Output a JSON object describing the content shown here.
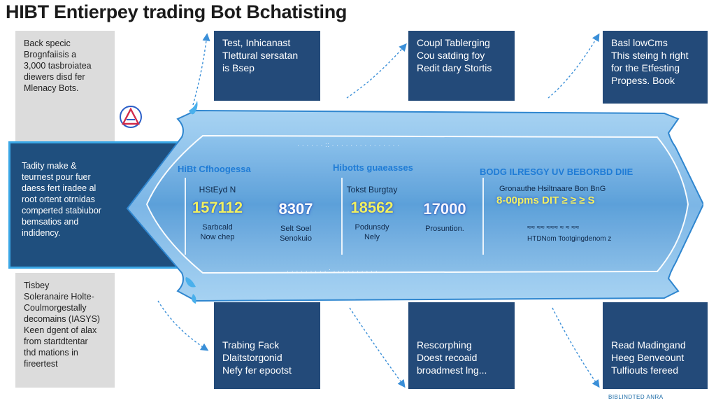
{
  "title": "HIBT Entierpey trading Bot Bchatisting",
  "gray_top_left": {
    "lines": [
      "Back specic",
      "Brognfaiisis a",
      "3,000 tasbroiatea",
      "diewers disd fer",
      "Mlenacy Bots."
    ]
  },
  "gray_bottom_left": {
    "lines": [
      "Tisbey",
      "Soleranaire Holte-",
      "Coulmorgestally",
      "decomains (IASYS)",
      "Keen dgent of alax",
      "from startdtentar",
      "thd mations in",
      "fireertest"
    ]
  },
  "left_mid_box": {
    "lines": [
      "Tadity make &",
      "teurnest pour fuer",
      "daess fert iradee al",
      "root ortent otrnidas",
      "comperted stabiubor",
      "bemsatios and",
      "indidency."
    ]
  },
  "top_columns": [
    {
      "lines": [
        "Test, Inhicanast",
        "Tlettural sersatan",
        "is Bsep"
      ]
    },
    {
      "lines": [
        "Coupl Tablerging",
        "Cou satding foy",
        "Redit dary Stortis"
      ]
    },
    {
      "lines": [
        "Basl lowCms",
        "This steing h right",
        "for the Etfesting",
        "Propess. Book"
      ]
    }
  ],
  "bottom_columns": [
    {
      "lines": [
        "Trabing Fack",
        "Dlaitstorgonid",
        "Nefy fer epootst"
      ]
    },
    {
      "lines": [
        "Rescorphing",
        "Doest recoaid",
        "broadmest lng..."
      ]
    },
    {
      "lines": [
        "Read Madingand",
        "Heeg Benveount",
        "Tulfiouts fereed"
      ]
    }
  ],
  "banner": {
    "dotted_top": "· · ·  · · ·  :: ·  ·  · ·  ·  ·  · ·  ·  ·  · · ·  · ·",
    "dotted_bottom": "·  ·  · · ·  ·  · · ·  :  · · ·  ·  ·  ·  · ·  ·  ·",
    "headings": [
      "HiBt Cfhoogessa",
      "Hibotts guaeasses",
      "BODG ILRESGY UV BEBORBD DIIE"
    ],
    "stats": [
      {
        "label": "HStEyd N",
        "value": "157112",
        "sub": [
          "Sarbcald",
          "Now chep"
        ]
      },
      {
        "label": "",
        "value": "8307",
        "sub": [
          "Selt Soel",
          "Senokuio"
        ]
      },
      {
        "label": "Tokst Burgtay",
        "value": "18562",
        "sub": [
          "Podunsdy",
          "Nely"
        ]
      },
      {
        "label": "",
        "value": "17000",
        "sub": [
          "Prosuntion."
        ]
      }
    ],
    "right_sub": "Gronauthe Hsiltnaare Bon BnG",
    "right_value": "8-00pms DIT ≥ ≥ ≥ S",
    "right_small": [
      "≈≈ ≈≈ ≈≈≈ ≈ ≈ ≈≈",
      "HTDNom Tootgingdenom z"
    ]
  },
  "footnote": "BIBLINDTED ANRA",
  "colors": {
    "column": "#234a79",
    "banner": "#4a90d0",
    "accent_yellow": "#f0f060",
    "heading_blue": "#1f7cd6",
    "gray_box": "#dcdcdc",
    "left_border": "#3aa7e6"
  }
}
